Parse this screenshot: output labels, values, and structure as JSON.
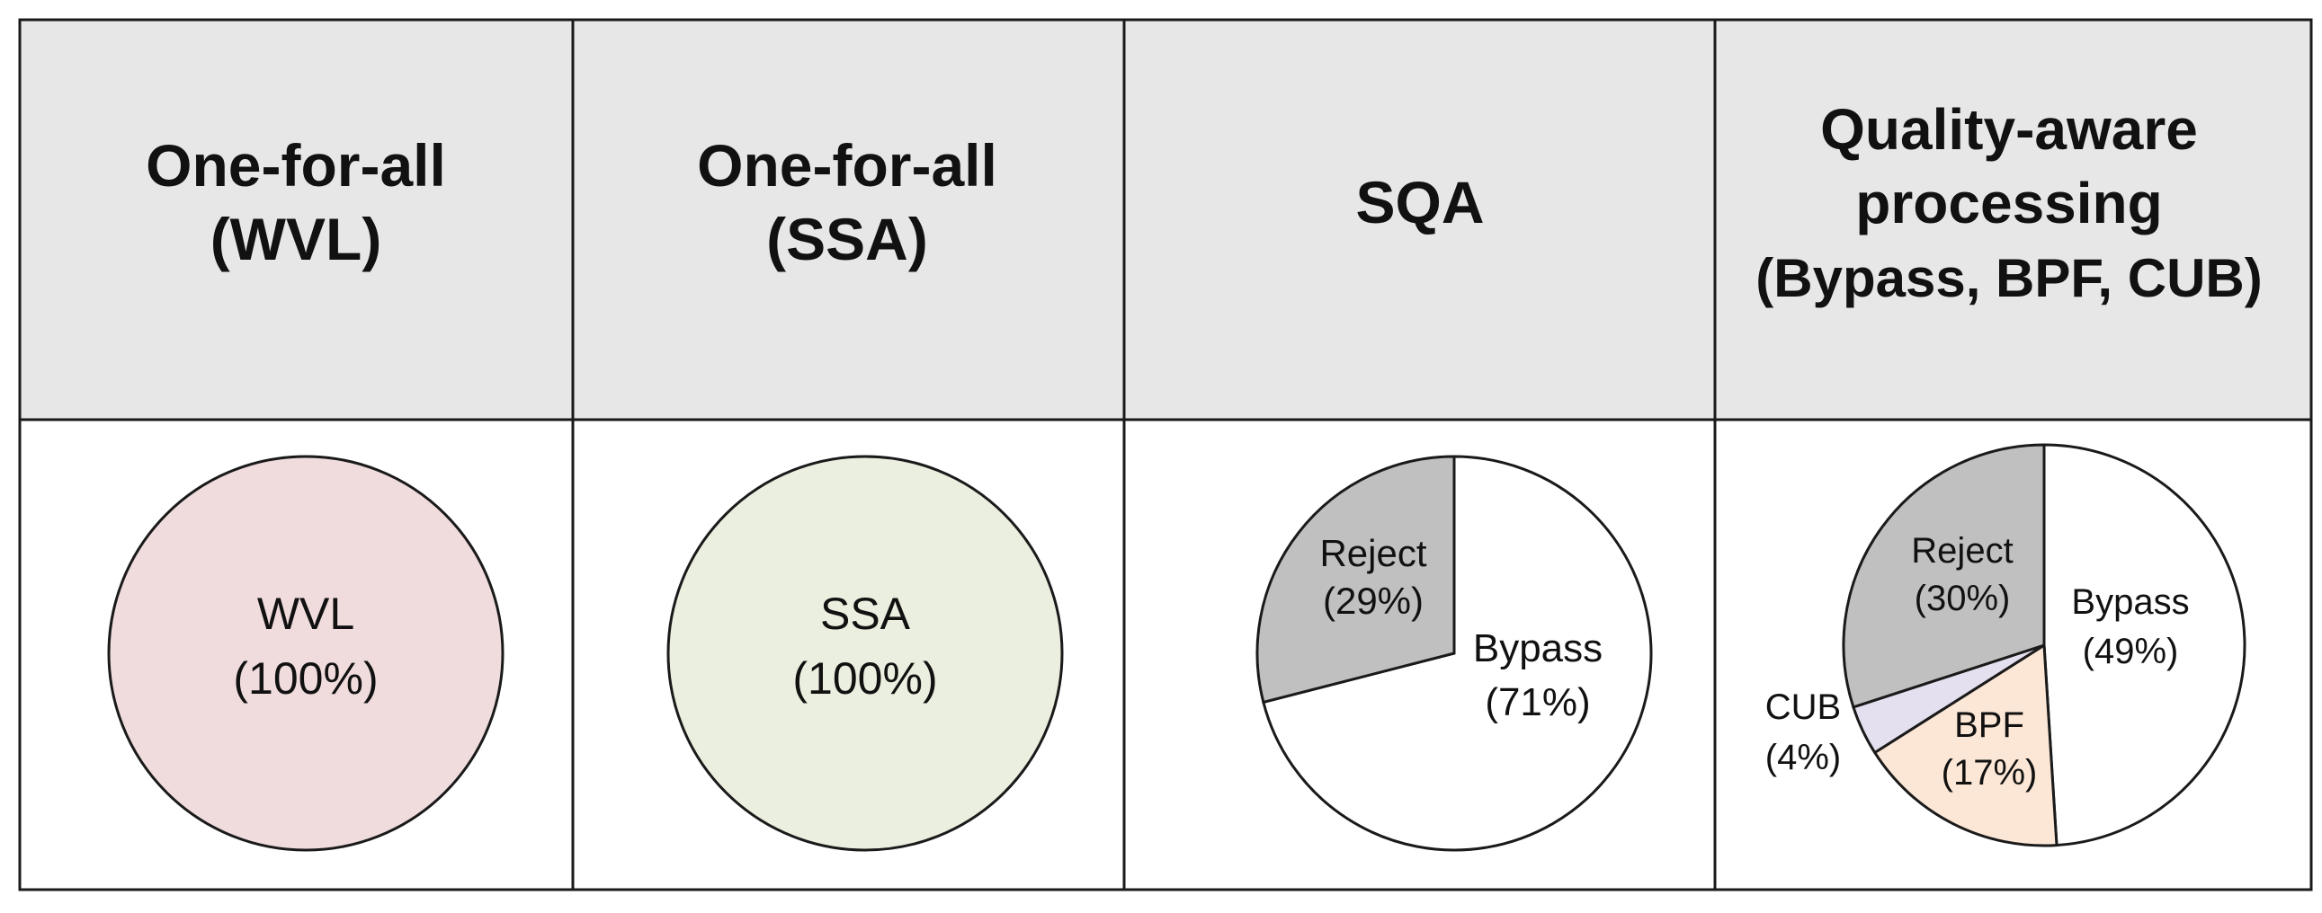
{
  "columns": [
    {
      "header": [
        "One-for-all",
        "(WVL)"
      ]
    },
    {
      "header": [
        "One-for-all",
        "(SSA)"
      ]
    },
    {
      "header": [
        "SQA"
      ]
    },
    {
      "header": [
        "Quality-aware",
        "processing",
        "(Bypass, BPF, CUB)"
      ]
    }
  ],
  "chart_data": [
    {
      "type": "pie",
      "title": "One-for-all (WVL)",
      "slices": [
        {
          "label": "WVL",
          "pct_label": "(100%)",
          "value": 100,
          "color": "#f0dcdd"
        }
      ]
    },
    {
      "type": "pie",
      "title": "One-for-all (SSA)",
      "slices": [
        {
          "label": "SSA",
          "pct_label": "(100%)",
          "value": 100,
          "color": "#ebefdf"
        }
      ]
    },
    {
      "type": "pie",
      "title": "SQA",
      "slices": [
        {
          "label": "Bypass",
          "pct_label": "(71%)",
          "value": 71,
          "color": "#ffffff"
        },
        {
          "label": "Reject",
          "pct_label": "(29%)",
          "value": 29,
          "color": "#c0c0c0"
        }
      ]
    },
    {
      "type": "pie",
      "title": "Quality-aware processing (Bypass, BPF, CUB)",
      "slices": [
        {
          "label": "Bypass",
          "pct_label": "(49%)",
          "value": 49,
          "color": "#ffffff"
        },
        {
          "label": "BPF",
          "pct_label": "(17%)",
          "value": 17,
          "color": "#fce7d6"
        },
        {
          "label": "CUB",
          "pct_label": "(4%)",
          "value": 4,
          "color": "#e4e0ef"
        },
        {
          "label": "Reject",
          "pct_label": "(30%)",
          "value": 30,
          "color": "#c0c0c0"
        }
      ]
    }
  ],
  "colors": {
    "header_bg": "#e7e7e7",
    "border": "#1a1a1a",
    "text": "#111111"
  }
}
